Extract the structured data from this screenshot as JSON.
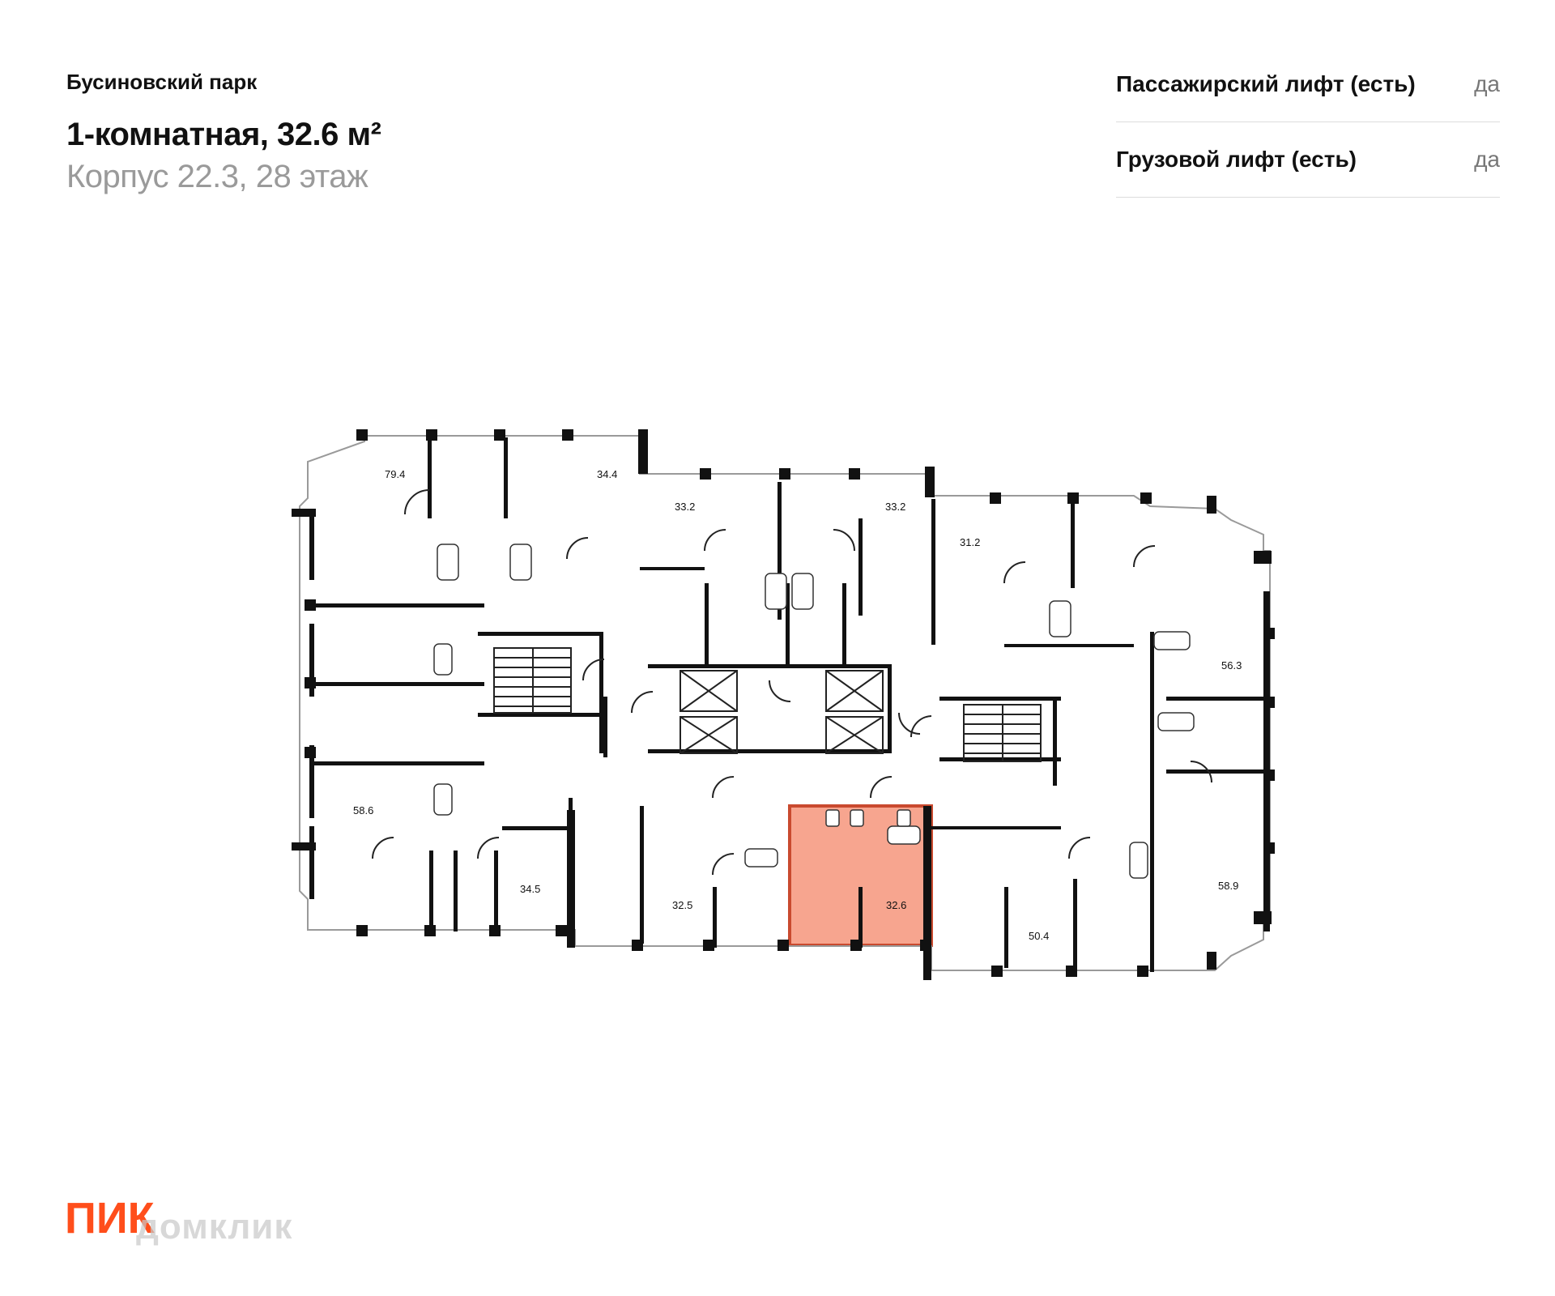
{
  "header": {
    "project": "Бусиновский парк",
    "title": "1-комнатная, 32.6 м²",
    "subtitle": "Корпус 22.3, 28 этаж"
  },
  "features": [
    {
      "label": "Пассажирский лифт (есть)",
      "value": "да"
    },
    {
      "label": "Грузовой лифт (есть)",
      "value": "да"
    }
  ],
  "plan": {
    "highlight_color": "#f7a58f",
    "highlight_border": "#c94a2f",
    "apartments": [
      "79.4",
      "34.4",
      "33.2",
      "33.2",
      "31.2",
      "56.3",
      "58.6",
      "34.5",
      "32.5",
      "32.6",
      "50.4",
      "58.9"
    ],
    "selected_area": "32.6"
  },
  "brand": {
    "logo_text": "ПИК",
    "logo_color": "#ff4e1b",
    "watermark": "домклик"
  }
}
